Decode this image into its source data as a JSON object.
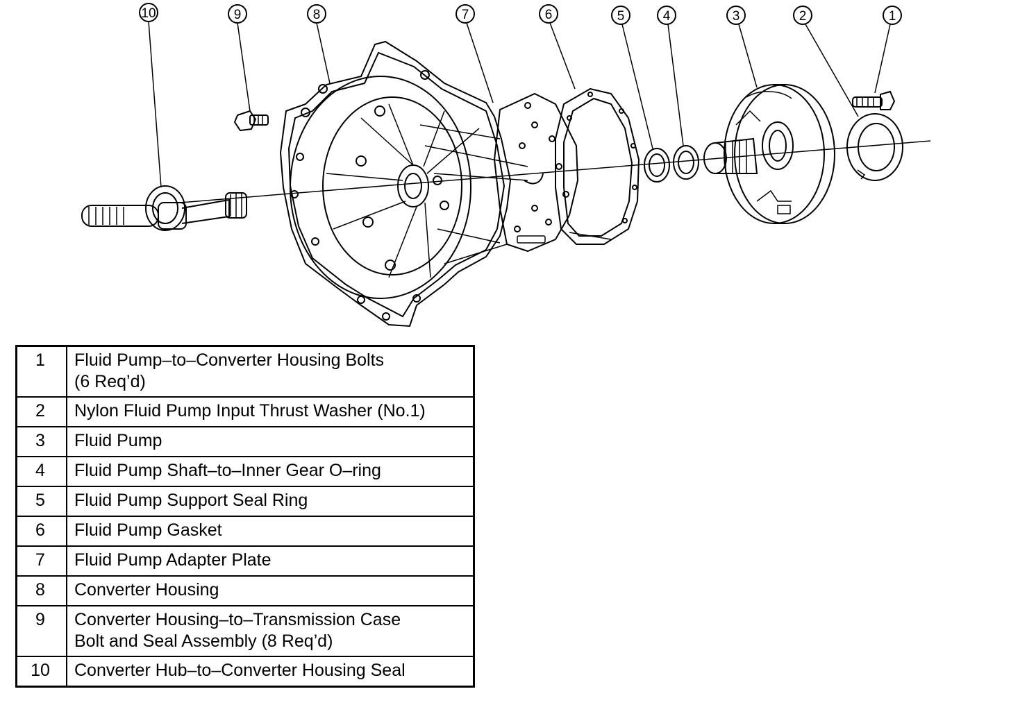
{
  "callouts": [
    "10",
    "9",
    "8",
    "7",
    "6",
    "5",
    "4",
    "3",
    "2",
    "1"
  ],
  "legend": [
    {
      "num": "1",
      "text": "Fluid Pump–to–Converter Housing Bolts\n(6 Req’d)"
    },
    {
      "num": "2",
      "text": "Nylon Fluid Pump Input Thrust Washer (No.1)"
    },
    {
      "num": "3",
      "text": "Fluid Pump"
    },
    {
      "num": "4",
      "text": "Fluid Pump Shaft–to–Inner Gear O–ring"
    },
    {
      "num": "5",
      "text": "Fluid Pump Support Seal Ring"
    },
    {
      "num": "6",
      "text": "Fluid Pump Gasket"
    },
    {
      "num": "7",
      "text": "Fluid Pump Adapter Plate"
    },
    {
      "num": "8",
      "text": "Converter Housing"
    },
    {
      "num": "9",
      "text": "Converter Housing–to–Transmission Case\nBolt and Seal Assembly (8 Req’d)"
    },
    {
      "num": "10",
      "text": "Converter Hub–to–Converter Housing Seal"
    }
  ]
}
